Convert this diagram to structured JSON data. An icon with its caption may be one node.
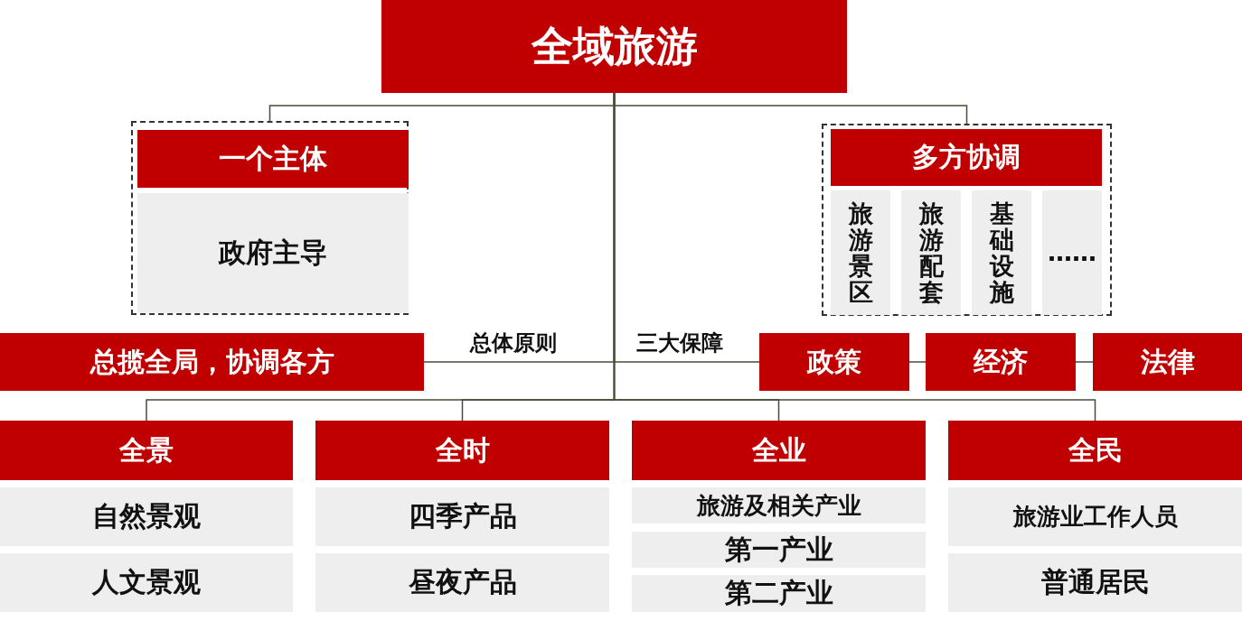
{
  "diagram": {
    "nodes": [
      {
        "text": [
          "全域旅游"
        ]
      },
      {
        "text": [],
        "shape": "box"
      },
      {
        "text": [
          "一个主体"
        ],
        "in": 1
      },
      {
        "text": [
          "政府主导"
        ],
        "in": 1
      },
      {
        "text": [],
        "shape": "box"
      },
      {
        "text": [
          "多方协调"
        ],
        "in": 4
      },
      {
        "text": [
          "旅游景区"
        ],
        "in": 4
      },
      {
        "text": [
          "旅游配套"
        ],
        "in": 4
      },
      {
        "text": [
          "基础设施"
        ],
        "in": 4
      },
      {
        "text": [
          "……"
        ],
        "in": 4
      },
      {
        "text": [
          "总揽全局，协调各方"
        ]
      },
      {
        "text": [
          "政策"
        ]
      },
      {
        "text": [
          "经济"
        ]
      },
      {
        "text": [
          "法律"
        ]
      },
      {
        "text": [
          "全景"
        ]
      },
      {
        "text": [
          "自然景观"
        ]
      },
      {
        "text": [
          "人文景观"
        ]
      },
      {
        "text": [
          "全时"
        ]
      },
      {
        "text": [
          "四季产品"
        ]
      },
      {
        "text": [
          "昼夜产品"
        ]
      },
      {
        "text": [
          "全业"
        ]
      },
      {
        "text": [
          "旅游及相关产业"
        ]
      },
      {
        "text": [
          "第一产业"
        ]
      },
      {
        "text": [
          "第二产业"
        ]
      },
      {
        "text": [
          "全民"
        ]
      },
      {
        "text": [
          "旅游业工作人员"
        ]
      },
      {
        "text": [
          "普通居民"
        ]
      }
    ],
    "edges": [
      {
        "from": 0,
        "to": 1,
        "arrow": "none"
      },
      {
        "from": 0,
        "to": 4,
        "arrow": "none"
      },
      {
        "from": 0,
        "to": 10,
        "arrow": "none",
        "label": "总体原则"
      },
      {
        "from": 0,
        "to": 11,
        "arrow": "none",
        "label": "三大保障"
      },
      {
        "from": 11,
        "to": 12,
        "arrow": "none"
      },
      {
        "from": 12,
        "to": 13,
        "arrow": "none"
      },
      {
        "from": 0,
        "to": 14,
        "arrow": "none"
      },
      {
        "from": 0,
        "to": 17,
        "arrow": "none"
      },
      {
        "from": 0,
        "to": 20,
        "arrow": "none"
      },
      {
        "from": 0,
        "to": 24,
        "arrow": "none"
      }
    ]
  }
}
